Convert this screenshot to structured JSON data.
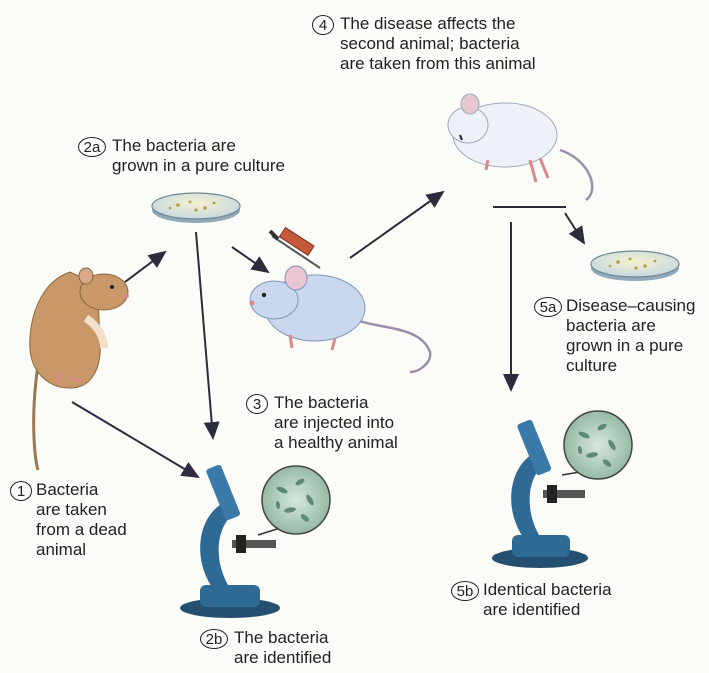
{
  "colors": {
    "arrow": "#2c2c3c",
    "mouse_sick": "#e8eef7",
    "mouse_healthy": "#c9d8ee",
    "hamster": "#c89868",
    "microscope": "#2f6a94",
    "bacteria": "#a9c4b2"
  },
  "steps": {
    "s1": {
      "num": "1",
      "text": "Bacteria\nare taken\nfrom a dead\nanimal"
    },
    "s2a": {
      "num": "2a",
      "text": "The bacteria are\ngrown in a pure culture"
    },
    "s2b": {
      "num": "2b",
      "text": "The bacteria\nare identified"
    },
    "s3": {
      "num": "3",
      "text": "The bacteria\nare injected into\na healthy animal"
    },
    "s4": {
      "num": "4",
      "text": "The disease affects the\nsecond animal; bacteria\nare taken from this animal"
    },
    "s5a": {
      "num": "5a",
      "text": "Disease–causing\nbacteria are\ngrown in a pure\nculture"
    },
    "s5b": {
      "num": "5b",
      "text": "Identical bacteria\nare identified"
    }
  },
  "icons": [
    "dead-hamster-icon",
    "petri-dish-icon",
    "syringe-icon",
    "healthy-mouse-icon",
    "sick-mouse-icon",
    "microscope-icon",
    "magnified-bacteria-icon"
  ]
}
